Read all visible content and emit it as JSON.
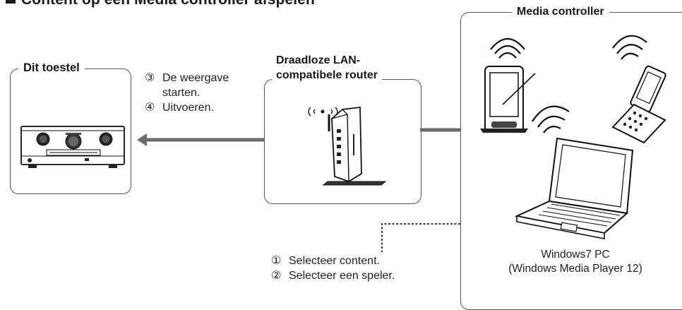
{
  "heading": "Content op een Media controller afspelen",
  "device": {
    "title": "Dit toestel",
    "steps": [
      {
        "num": "③",
        "text": "De weergave"
      },
      {
        "num": "",
        "text": "starten."
      },
      {
        "num": "④",
        "text": "Uitvoeren."
      }
    ]
  },
  "router": {
    "title_line1": "Draadloze LAN-",
    "title_line2": "compatibele router"
  },
  "controller": {
    "title": "Media controller",
    "steps": [
      {
        "num": "①",
        "text": "Selecteer content."
      },
      {
        "num": "②",
        "text": "Selecteer een speler."
      }
    ],
    "pc_caption_line1": "Windows7 PC",
    "pc_caption_line2": "(Windows Media Player 12)"
  },
  "colors": {
    "arrow": "#6b6b6b",
    "box_border": "#555555",
    "text": "#1a1a1a"
  }
}
